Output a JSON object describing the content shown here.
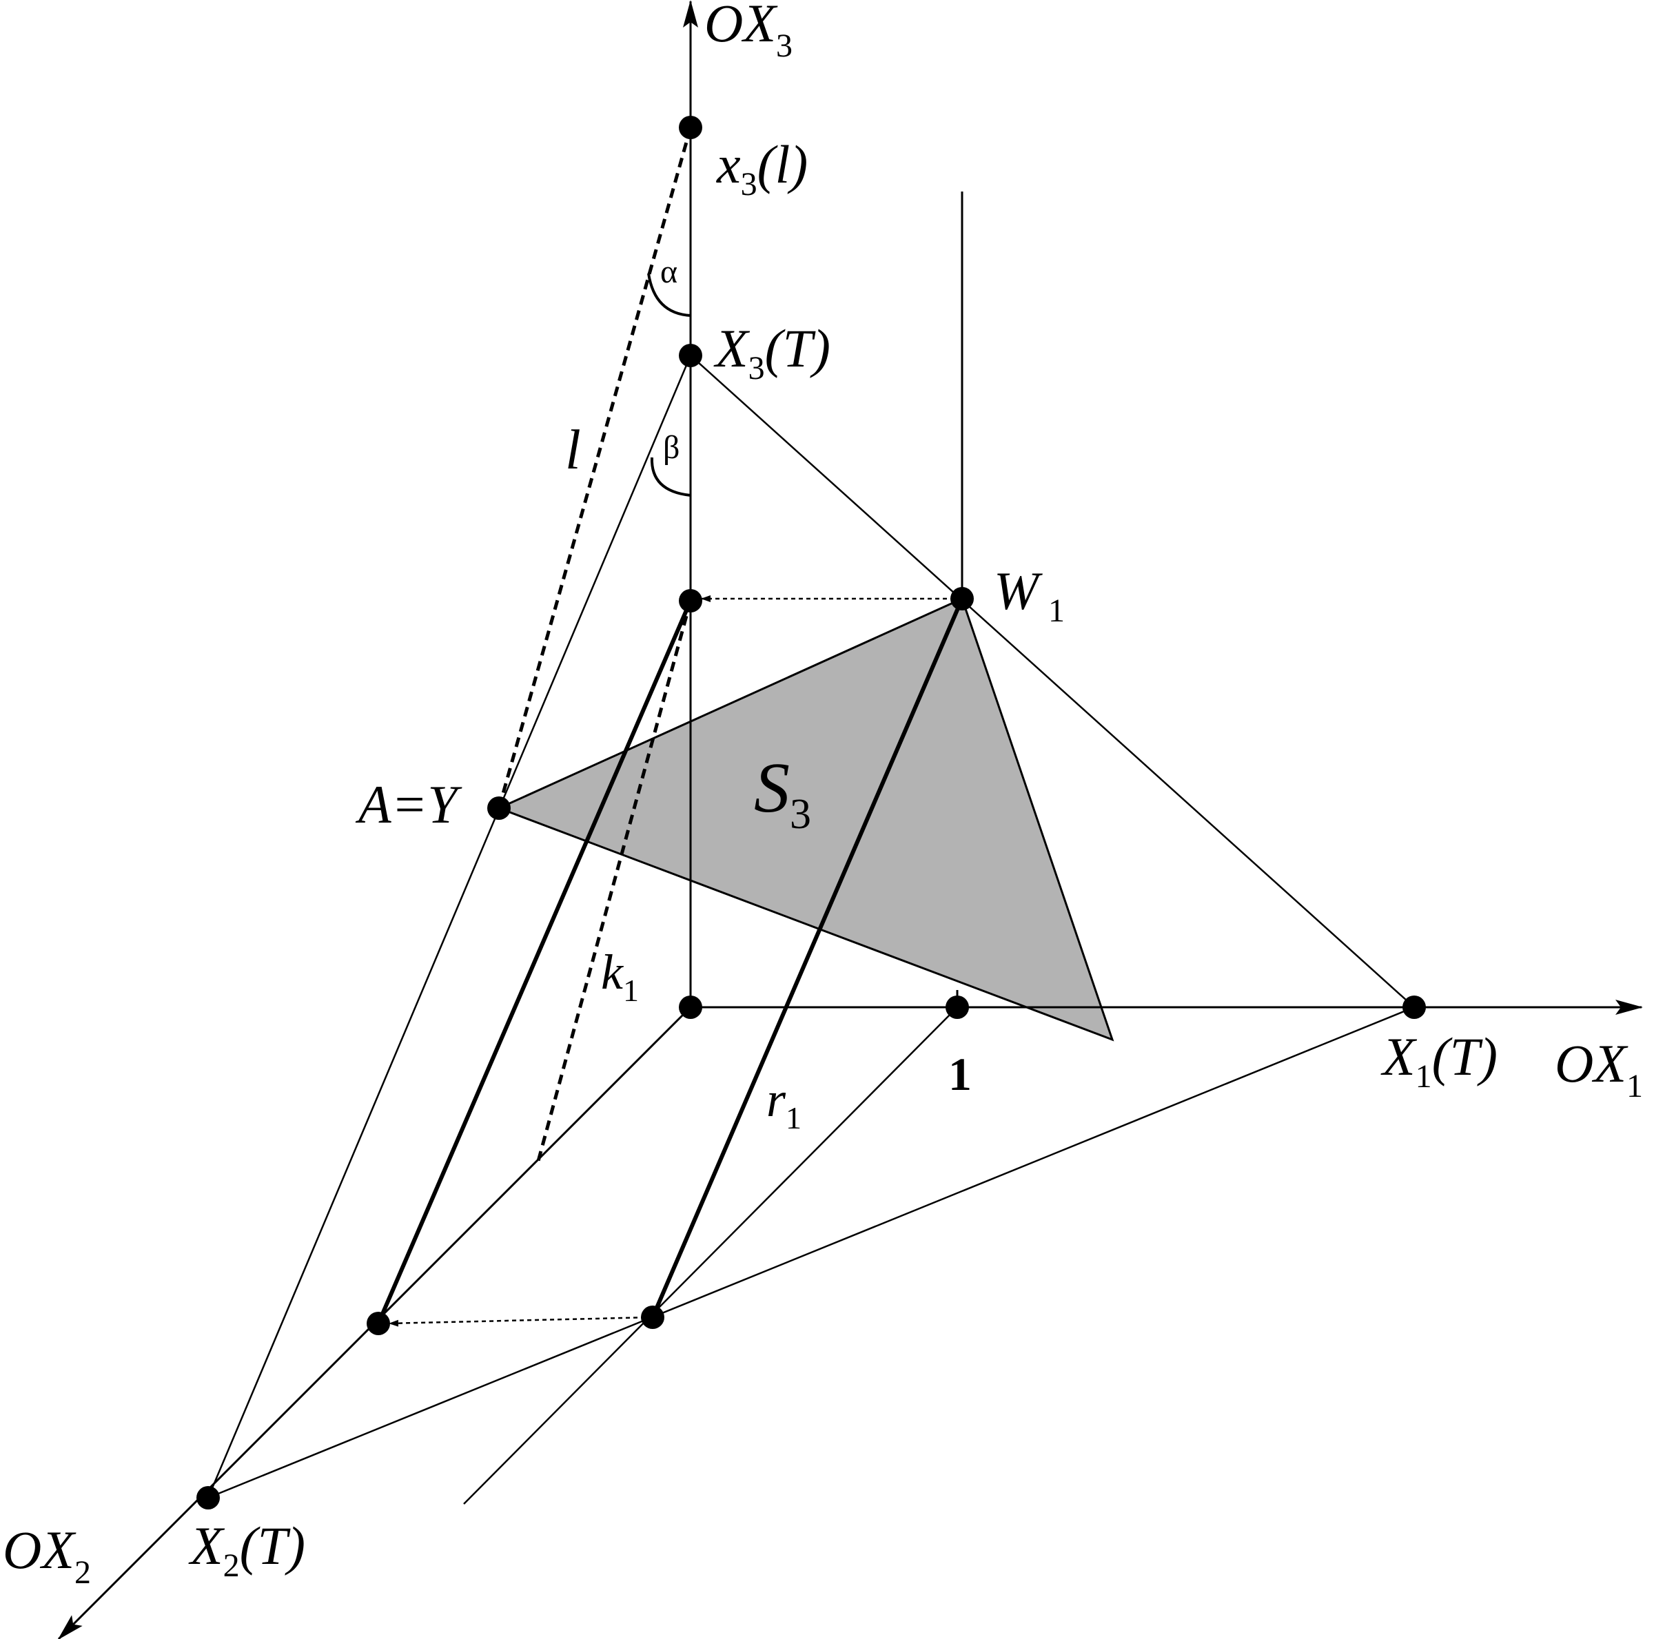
{
  "axes": {
    "x1": {
      "base": "OX",
      "sub": "1"
    },
    "x2": {
      "base": "OX",
      "sub": "2"
    },
    "x3": {
      "base": "OX",
      "sub": "3"
    }
  },
  "points": {
    "x3l": {
      "base": "x",
      "sub": "3",
      "tail": "(l)"
    },
    "X3T": {
      "base": "X",
      "sub": "3",
      "tail": "(T)"
    },
    "X1T": {
      "base": "X",
      "sub": "1",
      "tail": "(T)"
    },
    "X2T": {
      "base": "X",
      "sub": "2",
      "tail": "(T)"
    },
    "W1": {
      "base": "W",
      "sub": "1"
    },
    "AY": {
      "text": "A=Y"
    }
  },
  "lines": {
    "l": {
      "text": "l"
    },
    "k1": {
      "base": "k",
      "sub": "1"
    },
    "r1": {
      "base": "r",
      "sub": "1"
    }
  },
  "region": {
    "base": "S",
    "sub": "3"
  },
  "angles": {
    "alpha": "α",
    "beta": "β"
  },
  "tick_one": "1"
}
